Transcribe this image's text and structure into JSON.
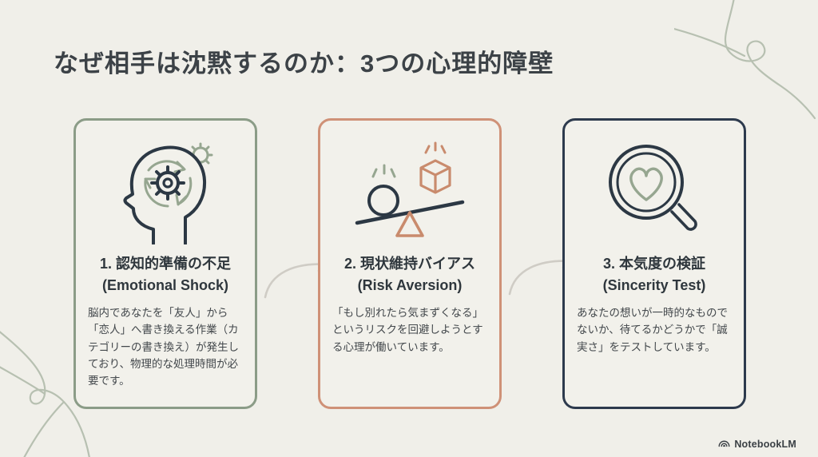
{
  "page": {
    "title": "なぜ相手は沈黙するのか：3つの心理的障壁",
    "background_color": "#f0efe9",
    "title_color": "#3c4247"
  },
  "cards": [
    {
      "number": "1",
      "title_jp": "1. 認知的準備の不足",
      "title_en": "(Emotional Shock)",
      "body": "脳内であなたを「友人」から「恋人」へ書き換える作業（カテゴリーの書き換え）が発生しており、物理的な処理時間が必要です。",
      "accent_color": "#8b9c87",
      "icon": "head-gears-icon"
    },
    {
      "number": "2",
      "title_jp": "2. 現状維持バイアス",
      "title_en": "(Risk Aversion)",
      "body": "「もし別れたら気まずくなる」というリスクを回避しようとする心理が働いています。",
      "accent_color": "#cf9177",
      "icon": "balance-scale-icon"
    },
    {
      "number": "3",
      "title_jp": "3. 本気度の検証",
      "title_en": "(Sincerity Test)",
      "body": "あなたの想いが一時的なものでないか、待てるかどうかで「誠実さ」をテストしています。",
      "accent_color": "#2d3a4d",
      "icon": "magnifier-heart-icon"
    }
  ],
  "branding": {
    "logo_text": "NotebookLM"
  },
  "colors": {
    "navy_icon": "#2c3844",
    "sage_icon": "#96a690",
    "terracotta_icon": "#c98b6d",
    "flow_arrow": "#cfccc5",
    "doodle_sage": "#b7c0b1",
    "card_background": "#f2f1eb",
    "body_text": "#43484c",
    "card_title_text": "#2f373d"
  }
}
